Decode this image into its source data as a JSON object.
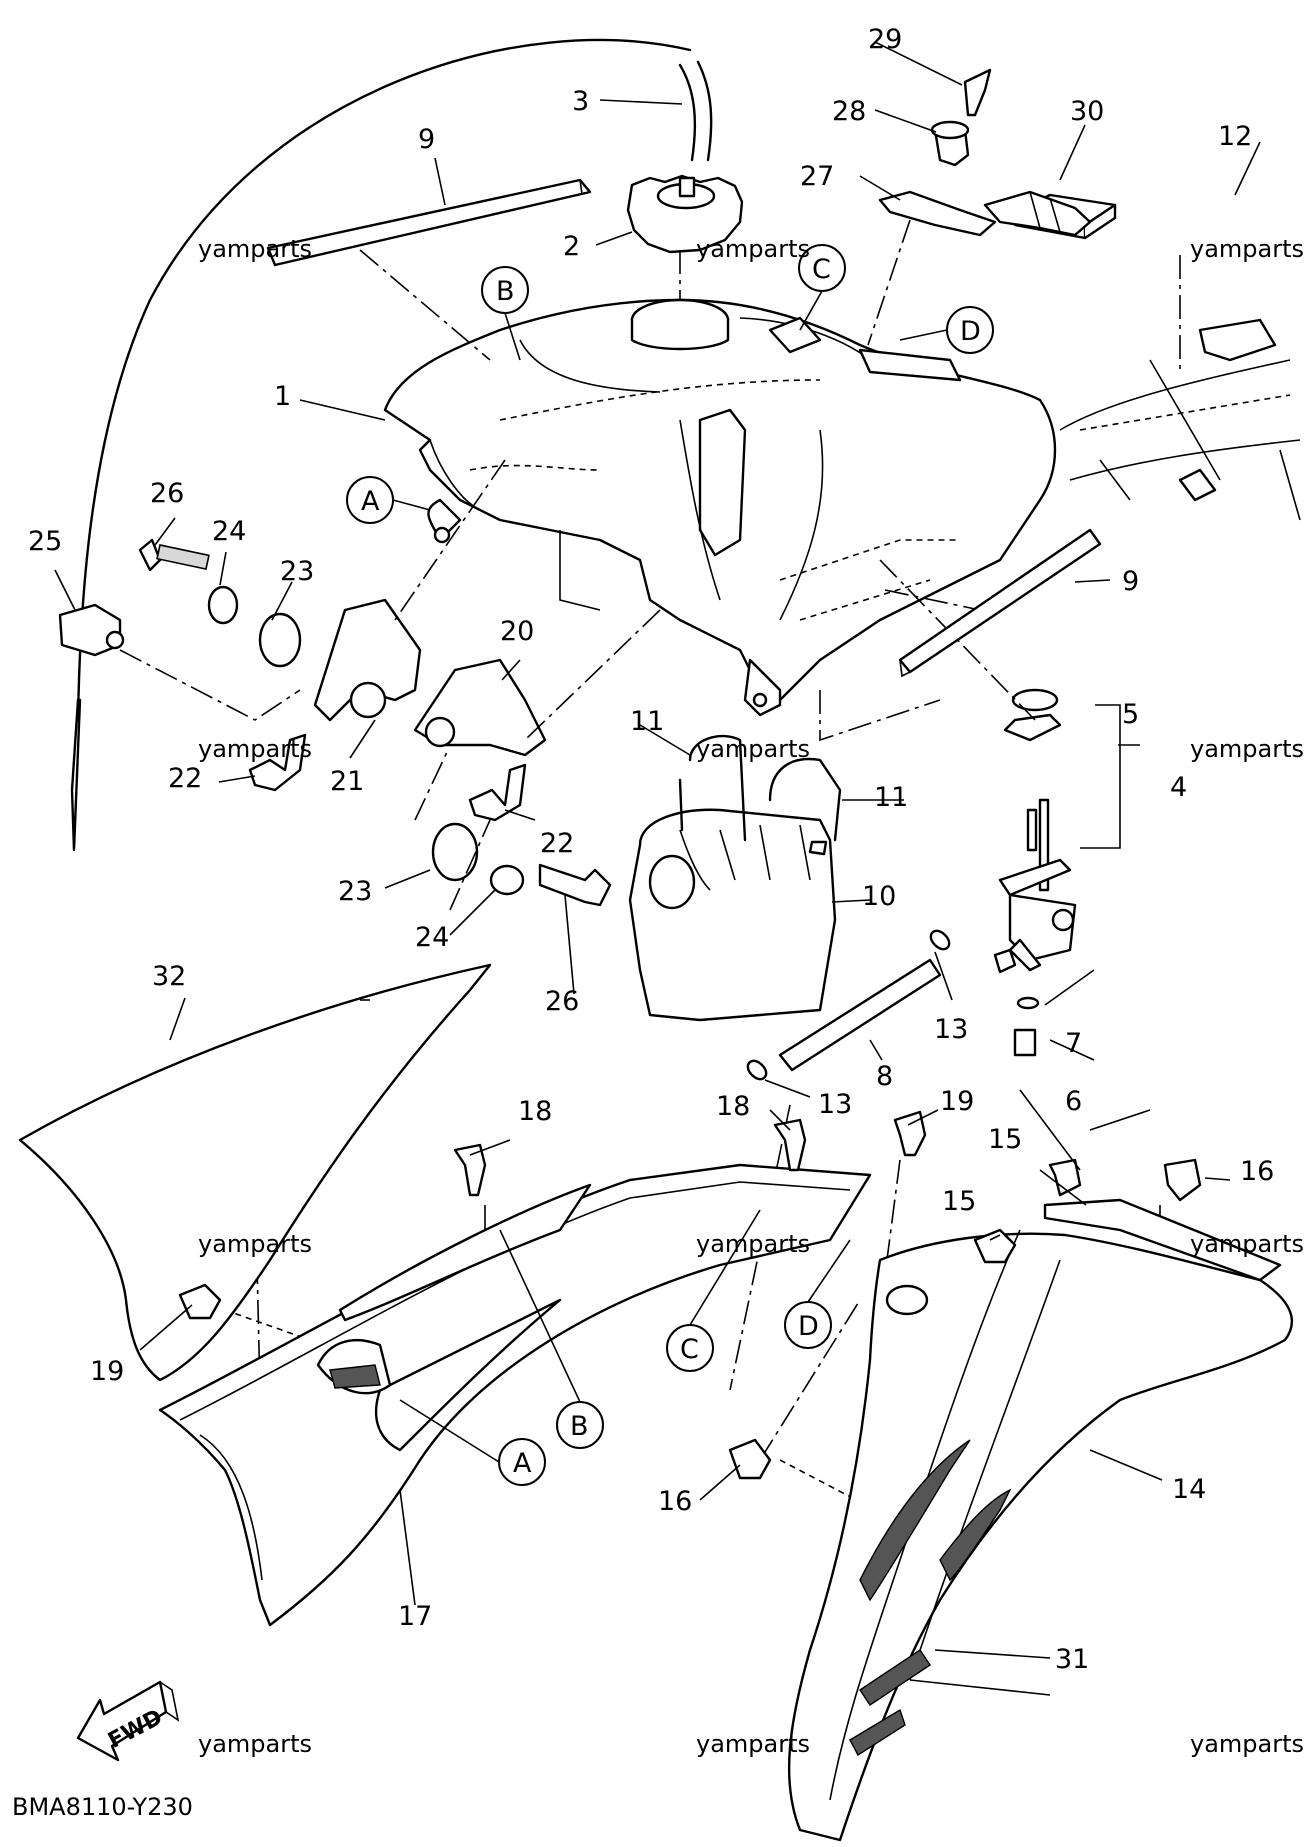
{
  "diagram_code": "BMA8110-Y230",
  "watermark": "yamparts",
  "fwd_label": "FWD",
  "callouts": {
    "c1": "1",
    "c2": "2",
    "c3": "3",
    "c4": "4",
    "c5": "5",
    "c6": "6",
    "c7": "7",
    "c8": "8",
    "c9a": "9",
    "c9b": "9",
    "c10": "10",
    "c11a": "11",
    "c11b": "11",
    "c12": "12",
    "c13a": "13",
    "c13b": "13",
    "c14": "14",
    "c15a": "15",
    "c15b": "15",
    "c16a": "16",
    "c16b": "16",
    "c17": "17",
    "c18a": "18",
    "c18b": "18",
    "c19a": "19",
    "c19b": "19",
    "c20": "20",
    "c21": "21",
    "c22a": "22",
    "c22b": "22",
    "c23a": "23",
    "c23b": "23",
    "c24a": "24",
    "c24b": "24",
    "c25": "25",
    "c26a": "26",
    "c26b": "26",
    "c27": "27",
    "c28": "28",
    "c29": "29",
    "c30": "30",
    "c31": "31",
    "c32": "32"
  },
  "reference_marks": {
    "a_top": "A",
    "b_top": "B",
    "c_top": "C",
    "d_top": "D",
    "a_bottom": "A",
    "b_bottom": "B",
    "c_bottom": "C",
    "d_bottom": "D"
  }
}
